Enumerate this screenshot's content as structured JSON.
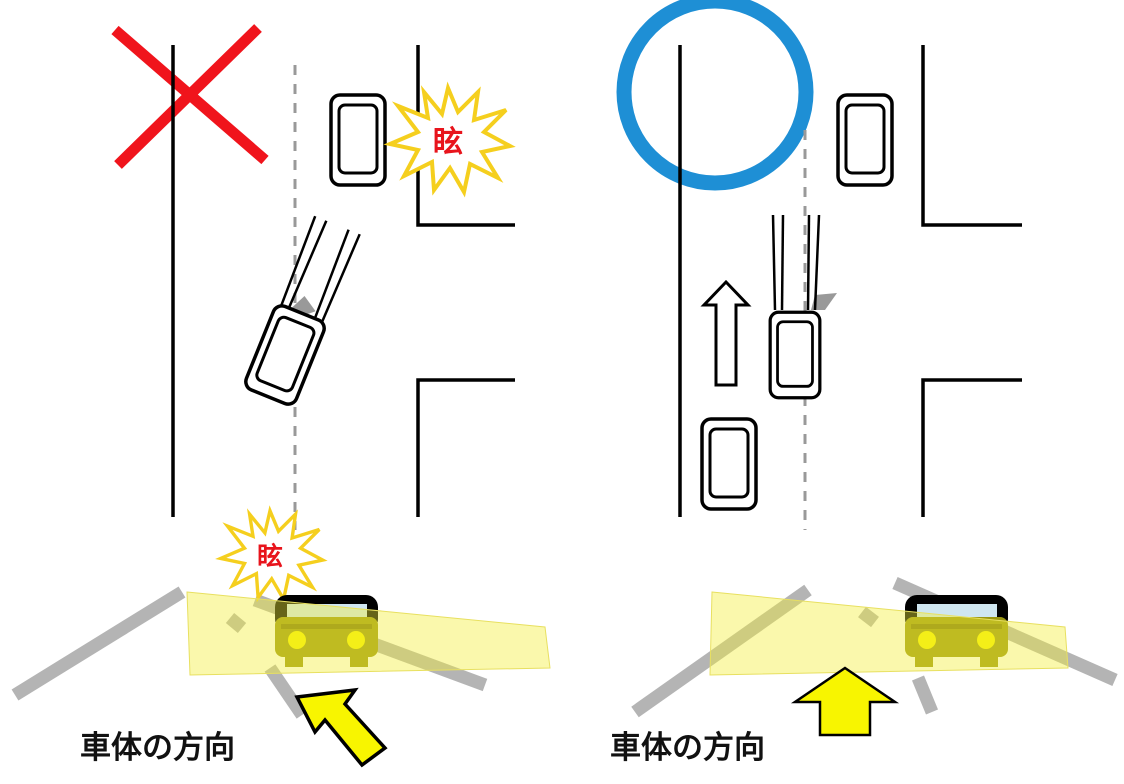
{
  "panels": [
    {
      "verdict": "wrong",
      "glare_char_top": "眩",
      "glare_char_bottom": "眩",
      "direction_label": "車体の方向"
    },
    {
      "verdict": "correct",
      "direction_label": "車体の方向"
    }
  ],
  "colors": {
    "cross": "#f0141c",
    "circle": "#1e8fd5",
    "glare": "#f5cf1e",
    "beam": "#f2ee6a",
    "arrow": "#f8f500",
    "bus": "#9a9610",
    "road_gray": "#b4b4b4"
  }
}
